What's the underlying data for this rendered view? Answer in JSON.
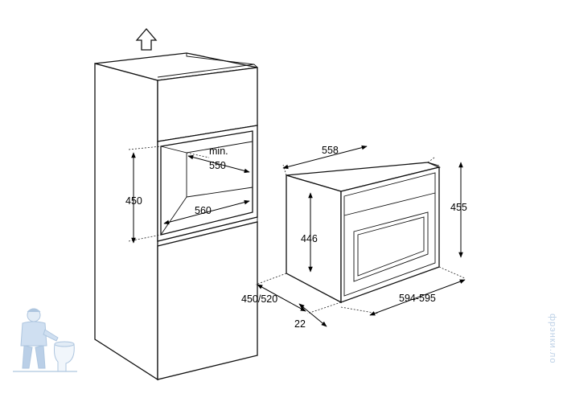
{
  "labels": {
    "min": "min.",
    "cavity_depth": "550",
    "cavity_height": "450",
    "cavity_width": "560",
    "oven_depth": "558",
    "oven_height": "455",
    "oven_inner_height": "446",
    "install_depth": "450/520",
    "front_offset": "22",
    "oven_width": "594-595"
  },
  "watermark": {
    "text": "фрэнки.ло"
  },
  "icons": {
    "arrow": "up-arrow-icon",
    "mascot": "plumber-mascot-icon"
  },
  "colors": {
    "line": "#111111",
    "watermark": "#bcd0e6"
  }
}
